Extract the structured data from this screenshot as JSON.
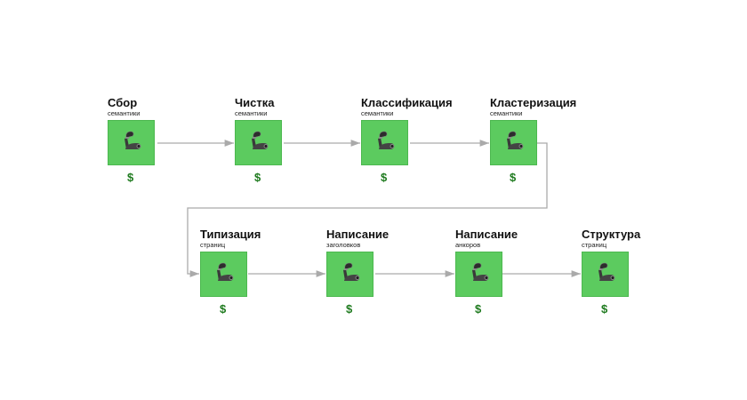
{
  "colors": {
    "box": "#5ccb5f",
    "cost": "#1e7a1e",
    "connector": "#aaaaaa"
  },
  "steps": [
    {
      "title": "Сбор",
      "subtitle": "семантики",
      "icon": "mechanical-arm-icon",
      "cost": "$"
    },
    {
      "title": "Чистка",
      "subtitle": "семантики",
      "icon": "mechanical-arm-icon",
      "cost": "$"
    },
    {
      "title": "Классификация",
      "subtitle": "семантики",
      "icon": "mechanical-arm-icon",
      "cost": "$"
    },
    {
      "title": "Кластеризация",
      "subtitle": "семантики",
      "icon": "mechanical-arm-icon",
      "cost": "$"
    },
    {
      "title": "Типизация",
      "subtitle": "страниц",
      "icon": "mechanical-arm-icon",
      "cost": "$"
    },
    {
      "title": "Написание",
      "subtitle": "заголовков",
      "icon": "mechanical-arm-icon",
      "cost": "$"
    },
    {
      "title": "Написание",
      "subtitle": "анкоров",
      "icon": "mechanical-arm-icon",
      "cost": "$"
    },
    {
      "title": "Структура",
      "subtitle": "страниц",
      "icon": "mechanical-arm-icon",
      "cost": "$"
    }
  ]
}
